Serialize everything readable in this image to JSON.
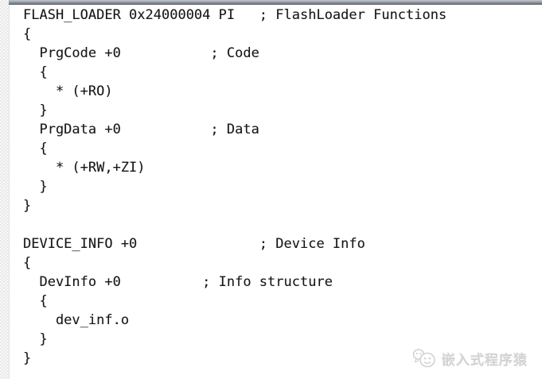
{
  "editor": {
    "file_kind": "scatter-file",
    "code_lines": [
      "FLASH_LOADER 0x24000004 PI   ; FlashLoader Functions",
      "{",
      "  PrgCode +0           ; Code",
      "  {",
      "    * (+RO)",
      "  }",
      "  PrgData +0           ; Data",
      "  {",
      "    * (+RW,+ZI)",
      "  }",
      "}",
      "",
      "DEVICE_INFO +0               ; Device Info",
      "{",
      "  DevInfo +0          ; Info structure",
      "  {",
      "    dev_inf.o",
      "  }",
      "}"
    ]
  },
  "watermark": {
    "label": "嵌入式程序猿",
    "icon": "monkey-chat-icon"
  },
  "colors": {
    "code_text": "#161616",
    "background": "#ffffff",
    "gutter": "#f7f7f7",
    "topbar_dark": "#565d65",
    "topbar_light": "#c6c9cd",
    "watermark_gray": "#d2d2d2"
  }
}
